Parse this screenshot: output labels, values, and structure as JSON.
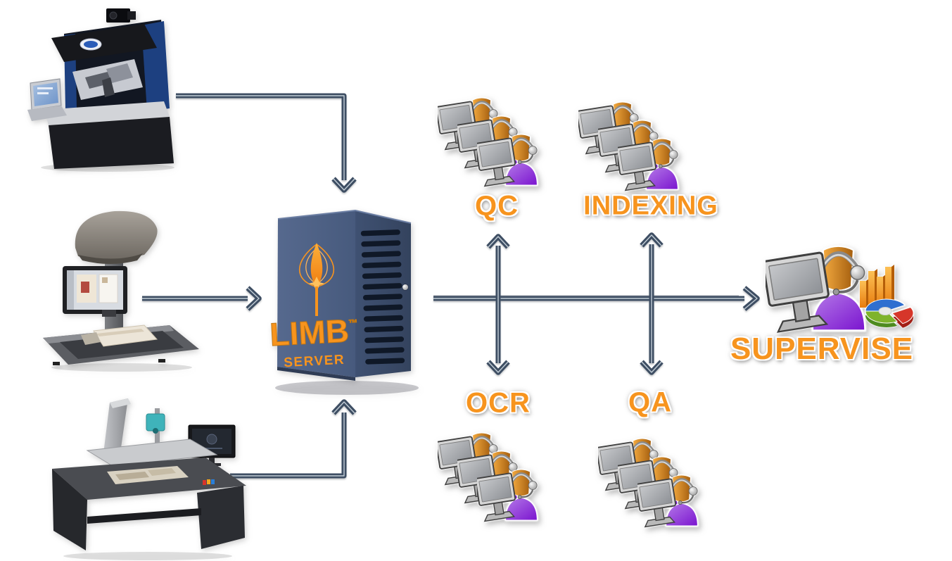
{
  "diagram": {
    "server": {
      "brand": "LIMB",
      "trademark": "™",
      "subtitle": "SERVER"
    },
    "nodes": {
      "qc": {
        "label": "QC"
      },
      "indexing": {
        "label": "INDEXING"
      },
      "ocr": {
        "label": "OCR"
      },
      "qa": {
        "label": "QA"
      },
      "supervise": {
        "label": "SUPERVISE"
      }
    },
    "sources": [
      {
        "id": "robotic-book-scanner"
      },
      {
        "id": "overhead-book-scanner"
      },
      {
        "id": "large-format-table-scanner"
      }
    ],
    "connections": [
      {
        "from": "robotic-book-scanner",
        "to": "limb-server",
        "direction": "one-way"
      },
      {
        "from": "overhead-book-scanner",
        "to": "limb-server",
        "direction": "one-way"
      },
      {
        "from": "large-format-table-scanner",
        "to": "limb-server",
        "direction": "one-way"
      },
      {
        "from": "limb-server",
        "to": "supervise",
        "direction": "one-way"
      },
      {
        "from": "workflow-line",
        "to": "qc",
        "direction": "two-way"
      },
      {
        "from": "workflow-line",
        "to": "ocr",
        "direction": "two-way"
      },
      {
        "from": "workflow-line",
        "to": "indexing",
        "direction": "two-way"
      },
      {
        "from": "workflow-line",
        "to": "qa",
        "direction": "two-way"
      }
    ],
    "icons": {
      "station_team": "three-operators-with-monitors-icon",
      "supervisor": "operator-with-monitor-and-charts-icon"
    },
    "colors": {
      "label_orange": "#F7941E",
      "arrow_slate": "#3E4E63",
      "server_blue": "#4A5C7E",
      "person_purple": "#8B36D9",
      "person_skin": "#D9861A"
    }
  }
}
